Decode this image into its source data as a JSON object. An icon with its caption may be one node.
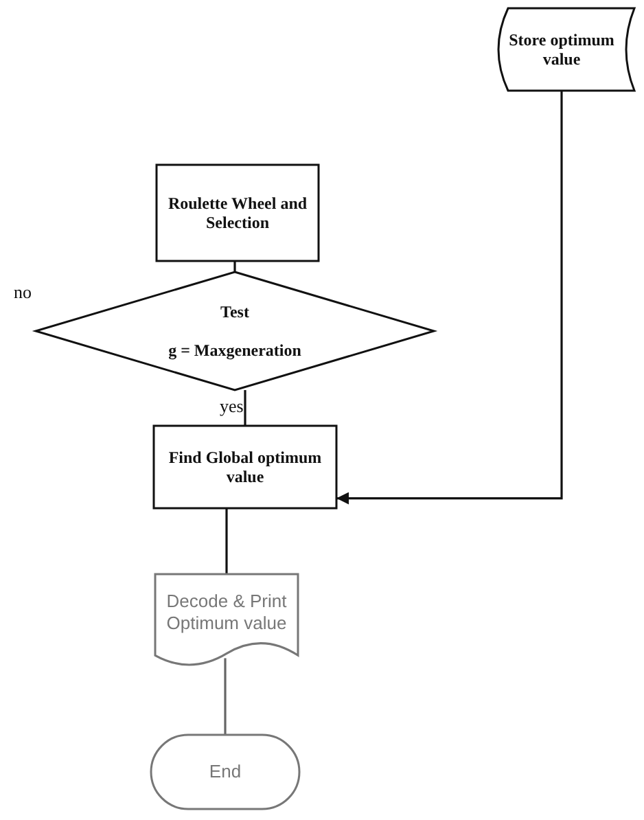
{
  "diagram": {
    "nodes": [
      {
        "text": [
          "Store optimum value"
        ]
      },
      {
        "text": [
          "Roulette Wheel and Selection"
        ]
      },
      {
        "text": [
          "Test",
          "g = Maxgeneration"
        ]
      },
      {
        "text": [
          "Find Global optimum value"
        ]
      },
      {
        "text": [
          "Decode & Print Optimum value"
        ]
      },
      {
        "text": [
          "End"
        ]
      }
    ],
    "edges": [
      {
        "from": 0,
        "to": 3,
        "arrow": "to"
      },
      {
        "from": 1,
        "to": 2,
        "arrow": "none"
      },
      {
        "from": 2,
        "to": 3,
        "arrow": "none"
      },
      {
        "from": 3,
        "to": 4,
        "arrow": "none"
      },
      {
        "from": 4,
        "to": 5,
        "arrow": "none"
      }
    ],
    "labels": [
      "no",
      "yes"
    ]
  }
}
